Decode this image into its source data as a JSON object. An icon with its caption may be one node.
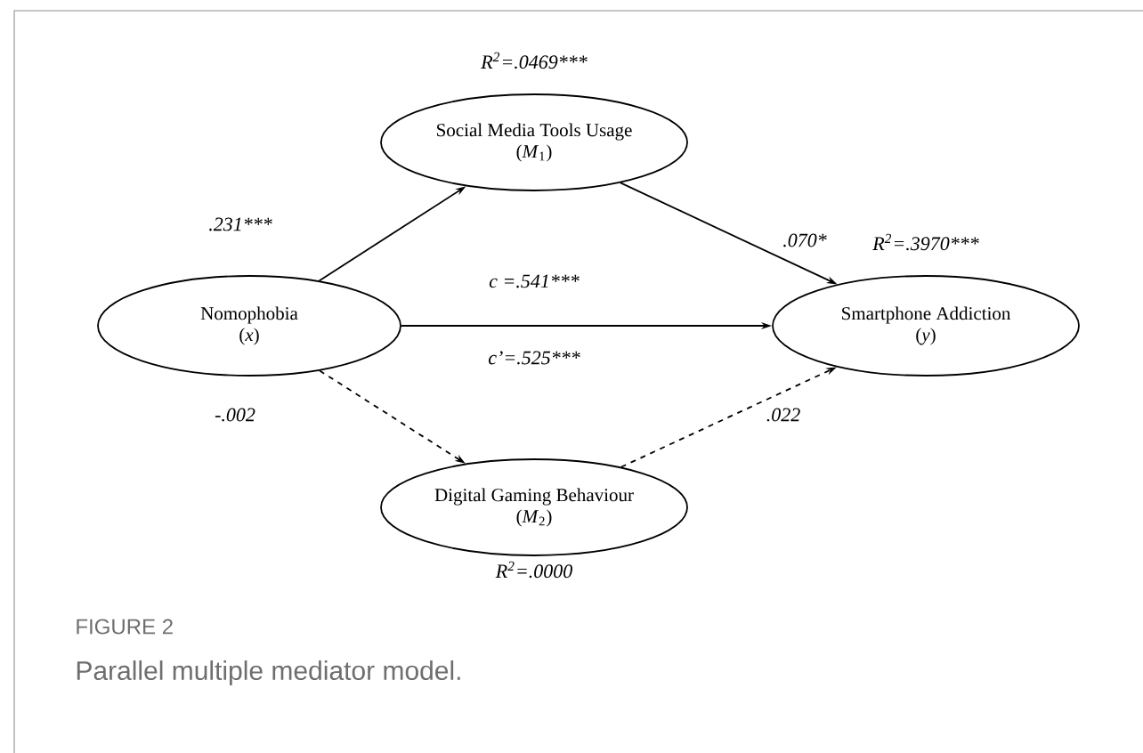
{
  "diagram": {
    "caption": "Parallel multiple mediator model.",
    "nodes": [
      {
        "text": [
          "Nomophobia",
          "(*x*)"
        ]
      },
      {
        "text": [
          "Social Media Tools Usage",
          "(*M*$_{1}$)"
        ],
        "beside": [
          "R$^{2}$=.0469***"
        ]
      },
      {
        "text": [
          "Smartphone Addiction",
          "(*y*)"
        ],
        "beside": [
          "R$^{2}$=.3970***"
        ]
      },
      {
        "text": [
          "Digital Gaming Behaviour",
          "(*M*$_{2}$)"
        ],
        "beside": [
          "R$^{2}$=.0000"
        ]
      }
    ],
    "edges": [
      {
        "from": 0,
        "to": 1,
        "arrow": "to",
        "label": ".231***"
      },
      {
        "from": 1,
        "to": 2,
        "arrow": "to",
        "label": ".070*"
      },
      {
        "from": 0,
        "to": 2,
        "arrow": "to",
        "label": "c =.541***"
      },
      {
        "from": 0,
        "to": 3,
        "arrow": "to",
        "label": "-.002",
        "style": "dashed"
      },
      {
        "from": 3,
        "to": 2,
        "arrow": "to",
        "label": ".022",
        "style": "dashed"
      }
    ],
    "labels": [
      "c’=.525***",
      "FIGURE 2"
    ]
  }
}
